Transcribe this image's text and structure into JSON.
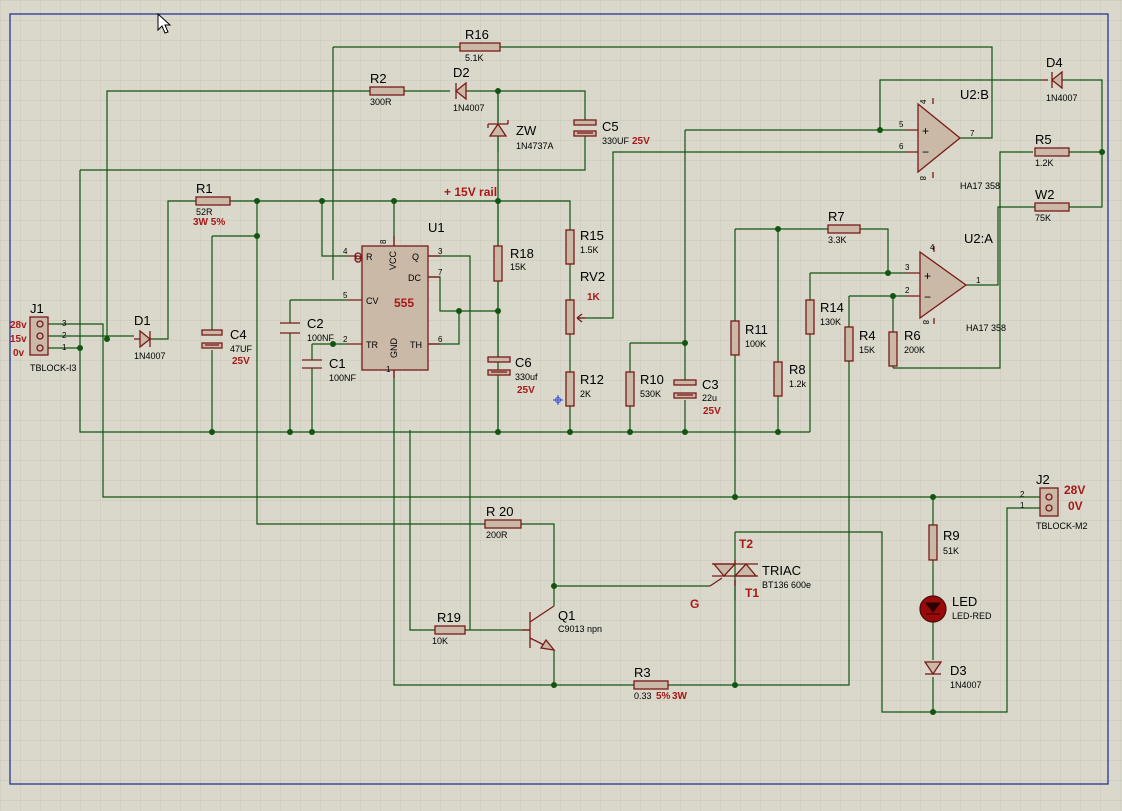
{
  "colors": {
    "background": "#d9d8cb",
    "grid": "#c7c6b8",
    "wire": "#115511",
    "component": "#7a1a1a",
    "component_fill": "#c9b9a6",
    "red_label": "#a81818",
    "border": "#1a2a8a"
  },
  "icons": {
    "cursor": "arrow-cursor-icon"
  },
  "net_label": "+ 15V rail",
  "j1": {
    "ref": "J1",
    "type": "TBLOCK-I3",
    "pins": [
      "3",
      "2",
      "1"
    ],
    "rails": [
      "28v",
      "15v",
      "0v"
    ]
  },
  "j2": {
    "ref": "J2",
    "type": "TBLOCK-M2",
    "pins": [
      "2",
      "1"
    ],
    "rails": [
      "28V",
      "0V"
    ]
  },
  "u1": {
    "ref": "U1",
    "chip": "555",
    "pins": {
      "R": "R",
      "VCC": "VCC",
      "Q": "Q",
      "DC": "DC",
      "CV": "CV",
      "TR": "TR",
      "GND": "GND",
      "TH": "TH"
    },
    "nums": {
      "R": "4",
      "VCC": "8",
      "Q": "3",
      "DC": "7",
      "CV": "5",
      "TR": "2",
      "GND": "1",
      "TH": "6"
    }
  },
  "u2b": {
    "ref": "U2:B",
    "type": "HA17 358",
    "pins": {
      "in_p": "5",
      "in_n": "6",
      "out": "7",
      "vcc": "4",
      "gnd": "8"
    }
  },
  "u2a": {
    "ref": "U2:A",
    "type": "HA17 358",
    "pins": {
      "in_p": "3",
      "in_n": "2",
      "out": "1",
      "vcc": "4",
      "gnd": "8"
    }
  },
  "resistors": {
    "r1": {
      "ref": "R1",
      "value": "52R",
      "rating": "3W 5%"
    },
    "r2": {
      "ref": "R2",
      "value": "300R"
    },
    "r3": {
      "ref": "R3",
      "value": "0.33",
      "tol": "5%",
      "rating": "3W"
    },
    "r4": {
      "ref": "R4",
      "value": "15K"
    },
    "r5": {
      "ref": "R5",
      "value": "1.2K"
    },
    "r6": {
      "ref": "R6",
      "value": "200K"
    },
    "r7": {
      "ref": "R7",
      "value": "3.3K"
    },
    "r8": {
      "ref": "R8",
      "value": "1.2k"
    },
    "r9": {
      "ref": "R9",
      "value": "51K"
    },
    "r10": {
      "ref": "R10",
      "value": "530K"
    },
    "r11": {
      "ref": "R11",
      "value": "100K"
    },
    "r12": {
      "ref": "R12",
      "value": "2K"
    },
    "r14": {
      "ref": "R14",
      "value": "130K"
    },
    "r15": {
      "ref": "R15",
      "value": "1.5K"
    },
    "r16": {
      "ref": "R16",
      "value": "5.1K"
    },
    "r18": {
      "ref": "R18",
      "value": "15K"
    },
    "r19": {
      "ref": "R19",
      "value": "10K"
    },
    "r20": {
      "ref": "R 20",
      "value": "200R"
    },
    "w2": {
      "ref": "W2",
      "value": "75K"
    }
  },
  "rv2": {
    "ref": "RV2",
    "value": "1K"
  },
  "capacitors": {
    "c1": {
      "ref": "C1",
      "value": "100NF"
    },
    "c2": {
      "ref": "C2",
      "value": "100NF"
    },
    "c3": {
      "ref": "C3",
      "value": "22u",
      "rating": "25V"
    },
    "c4": {
      "ref": "C4",
      "value": "47UF",
      "rating": "25V"
    },
    "c5": {
      "ref": "C5",
      "value": "330UF",
      "rating": "25V"
    },
    "c6": {
      "ref": "C6",
      "value": "330uf",
      "rating": "25V"
    }
  },
  "diodes": {
    "d1": {
      "ref": "D1",
      "value": "1N4007"
    },
    "d2": {
      "ref": "D2",
      "value": "1N4007"
    },
    "d3": {
      "ref": "D3",
      "value": "1N4007"
    },
    "d4": {
      "ref": "D4",
      "value": "1N4007"
    },
    "zw": {
      "ref": "ZW",
      "value": "1N4737A"
    },
    "led": {
      "ref": "LED",
      "value": "LED-RED"
    }
  },
  "q1": {
    "ref": "Q1",
    "value": "C9013 npn"
  },
  "triac": {
    "ref": "TRIAC",
    "value": "BT136 600e",
    "t2": "T2",
    "t1": "T1",
    "g": "G"
  }
}
